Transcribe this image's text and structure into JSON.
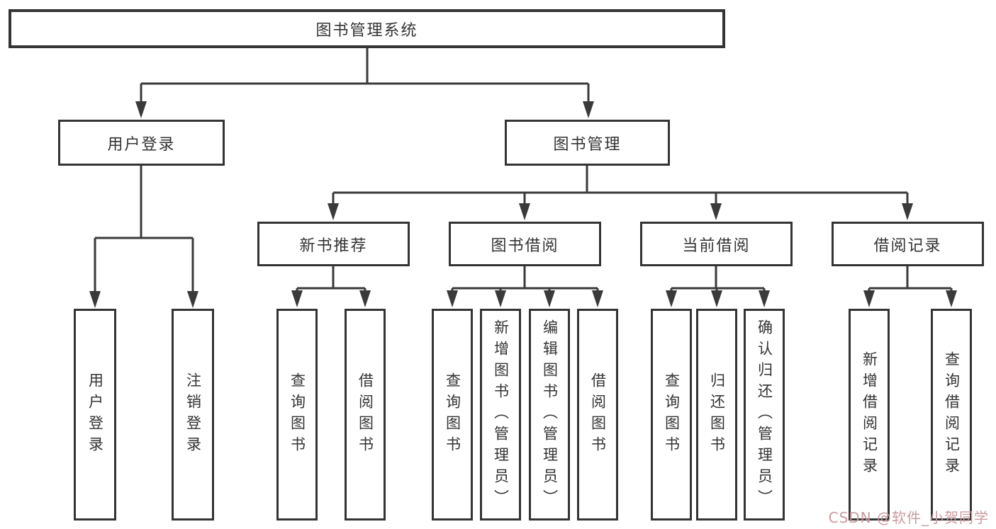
{
  "tree": {
    "root": {
      "label": "图书管理系统",
      "children": [
        {
          "label": "用户登录",
          "children": [
            {
              "label": "用户登录"
            },
            {
              "label": "注销登录"
            }
          ]
        },
        {
          "label": "图书管理",
          "children": [
            {
              "label": "新书推荐",
              "children": [
                {
                  "label": "查询图书"
                },
                {
                  "label": "借阅图书"
                }
              ]
            },
            {
              "label": "图书借阅",
              "children": [
                {
                  "label": "查询图书"
                },
                {
                  "label": "新增图书（管理员）"
                },
                {
                  "label": "编辑图书（管理员）"
                },
                {
                  "label": "借阅图书"
                }
              ]
            },
            {
              "label": "当前借阅",
              "children": [
                {
                  "label": "查询图书"
                },
                {
                  "label": "归还图书"
                },
                {
                  "label": "确认归还（管理员）"
                }
              ]
            },
            {
              "label": "借阅记录",
              "children": [
                {
                  "label": "新增借阅记录"
                },
                {
                  "label": "查询借阅记录"
                }
              ]
            }
          ]
        }
      ]
    }
  },
  "watermark": {
    "text": "CSDN @软件_小贺同学",
    "color": "#ca9aa0"
  },
  "colors": {
    "line": "#3a3a3a",
    "box_border": "#343434",
    "text": "#333333",
    "background": "#ffffff"
  }
}
